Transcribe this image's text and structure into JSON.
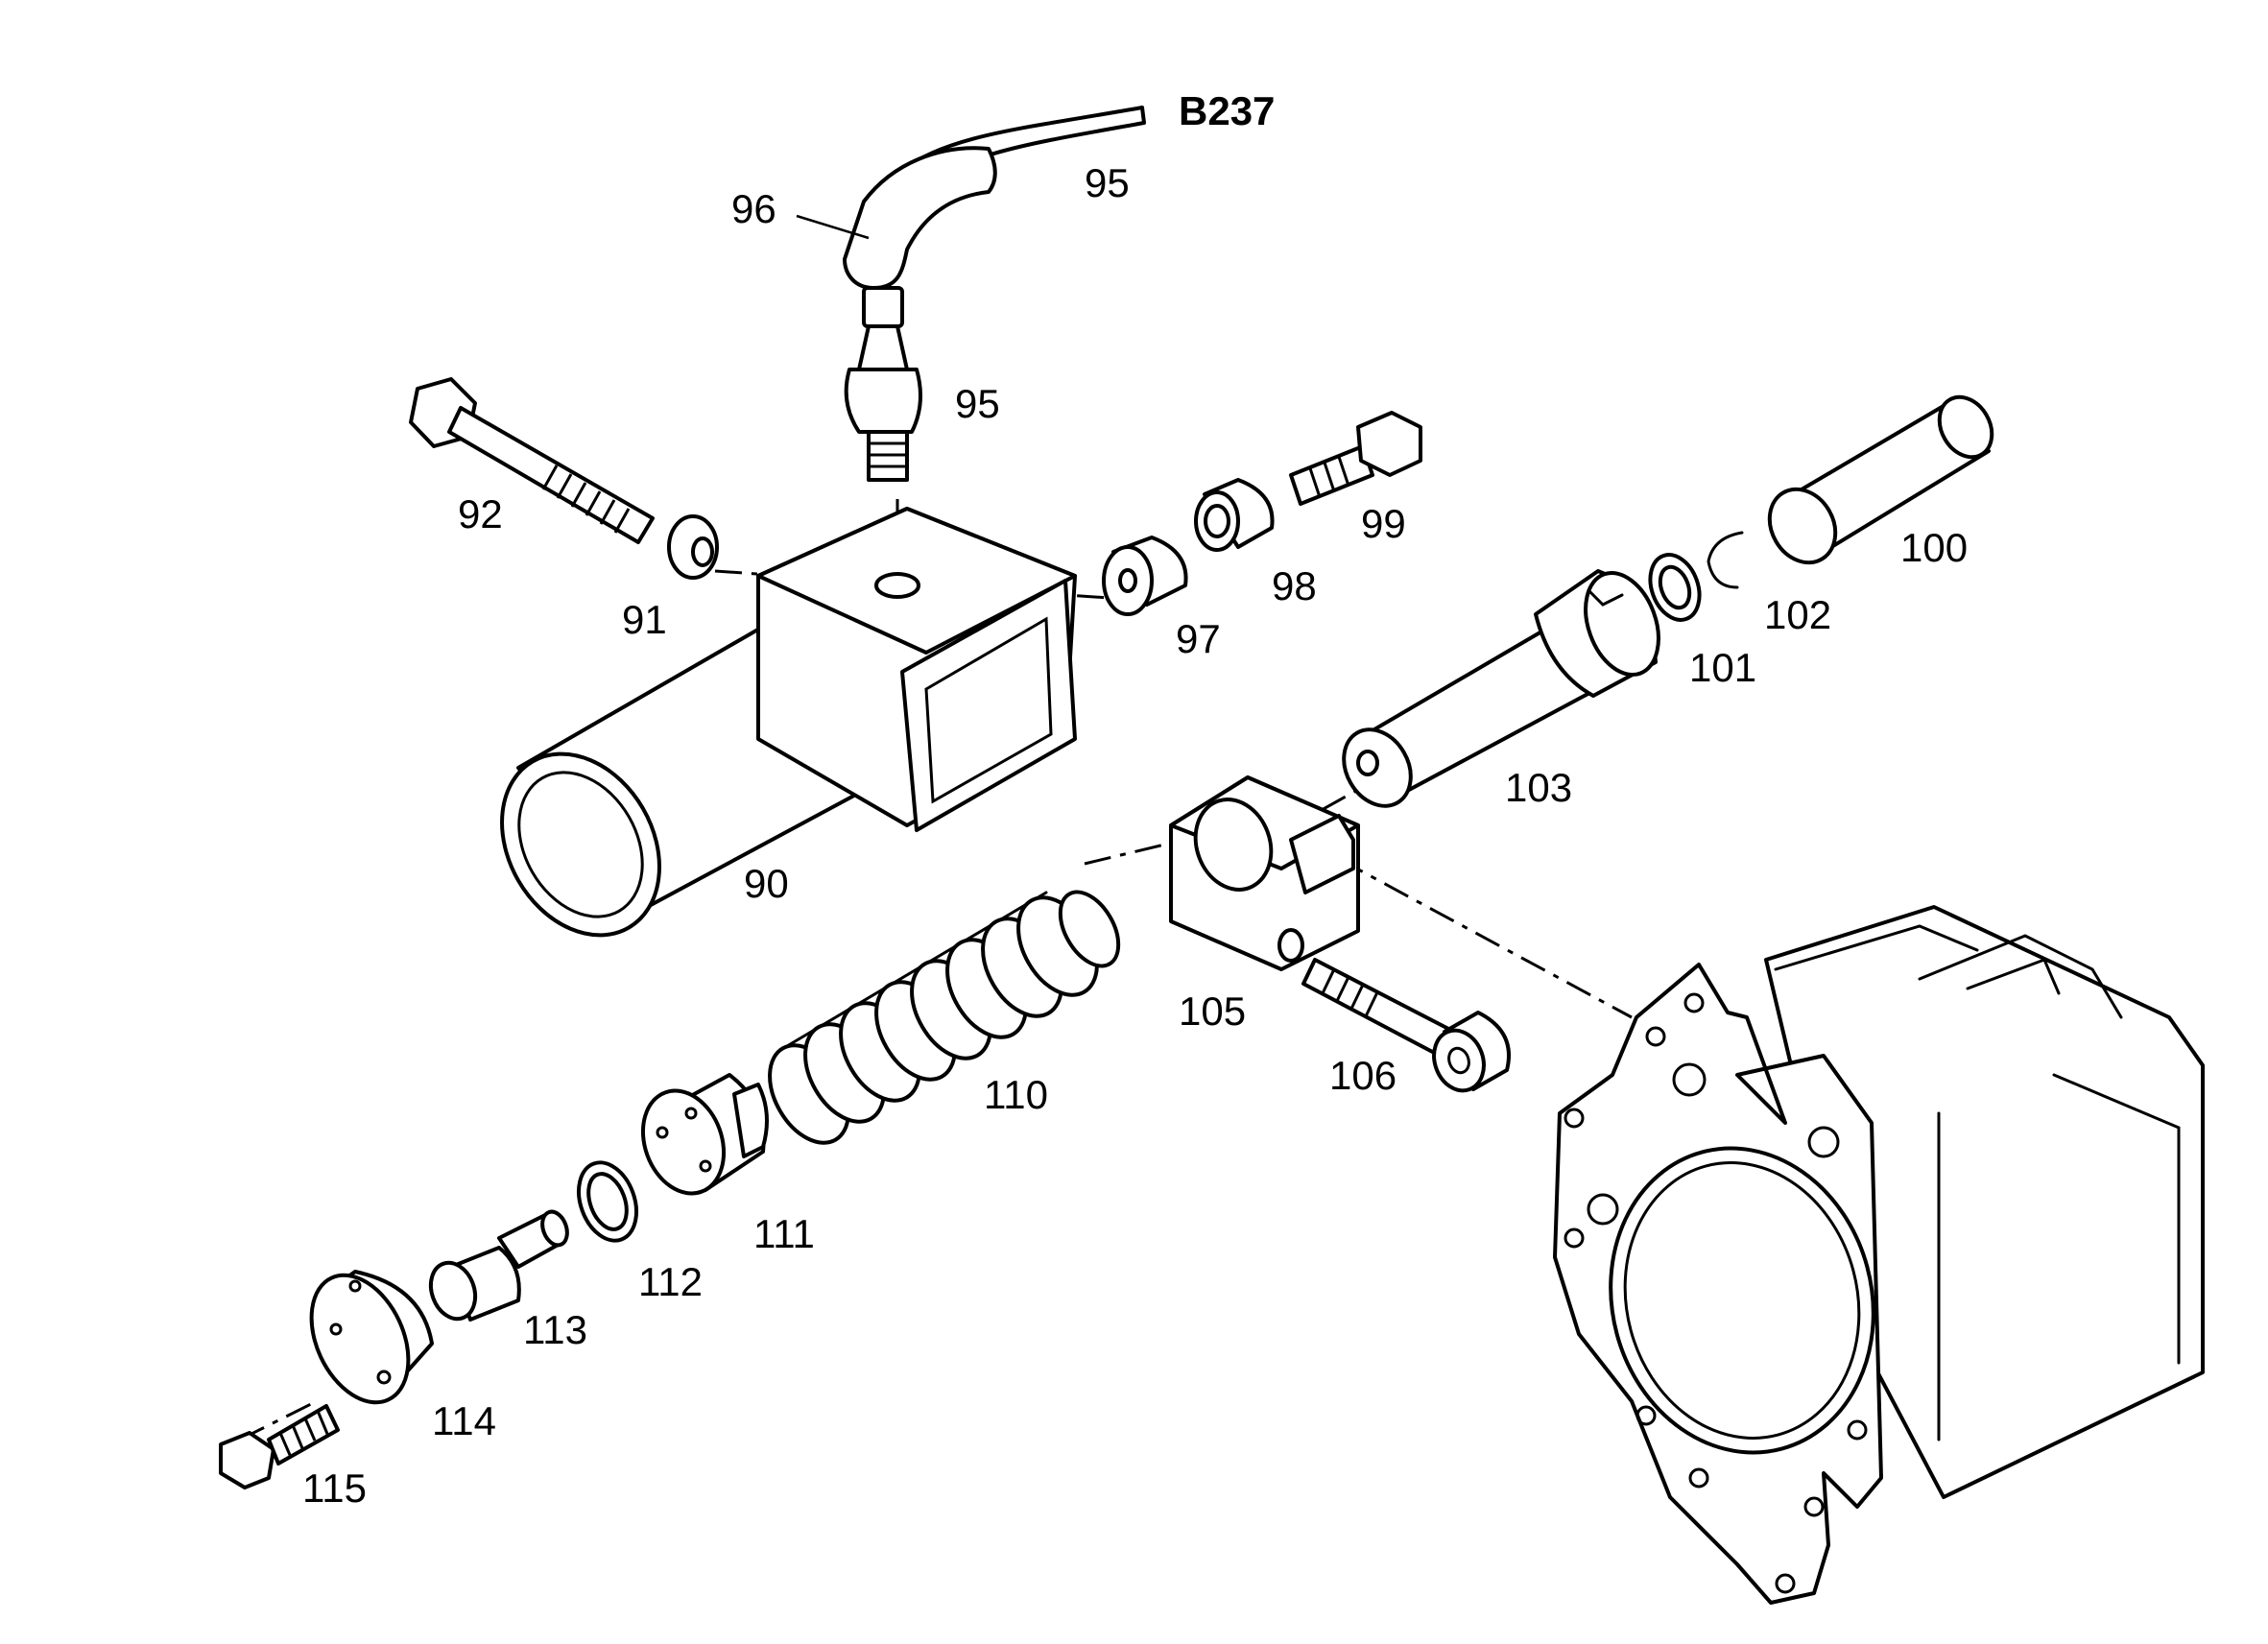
{
  "connector": "B237",
  "labels": {
    "p90": "90",
    "p91": "91",
    "p92": "92",
    "p95_cable": "95",
    "p95_sensor": "95",
    "p96": "96",
    "p97": "97",
    "p98": "98",
    "p99": "99",
    "p100": "100",
    "p101": "101",
    "p102": "102",
    "p103": "103",
    "p105": "105",
    "p106": "106",
    "p110": "110",
    "p111": "111",
    "p112": "112",
    "p113": "113",
    "p114": "114",
    "p115": "115"
  }
}
